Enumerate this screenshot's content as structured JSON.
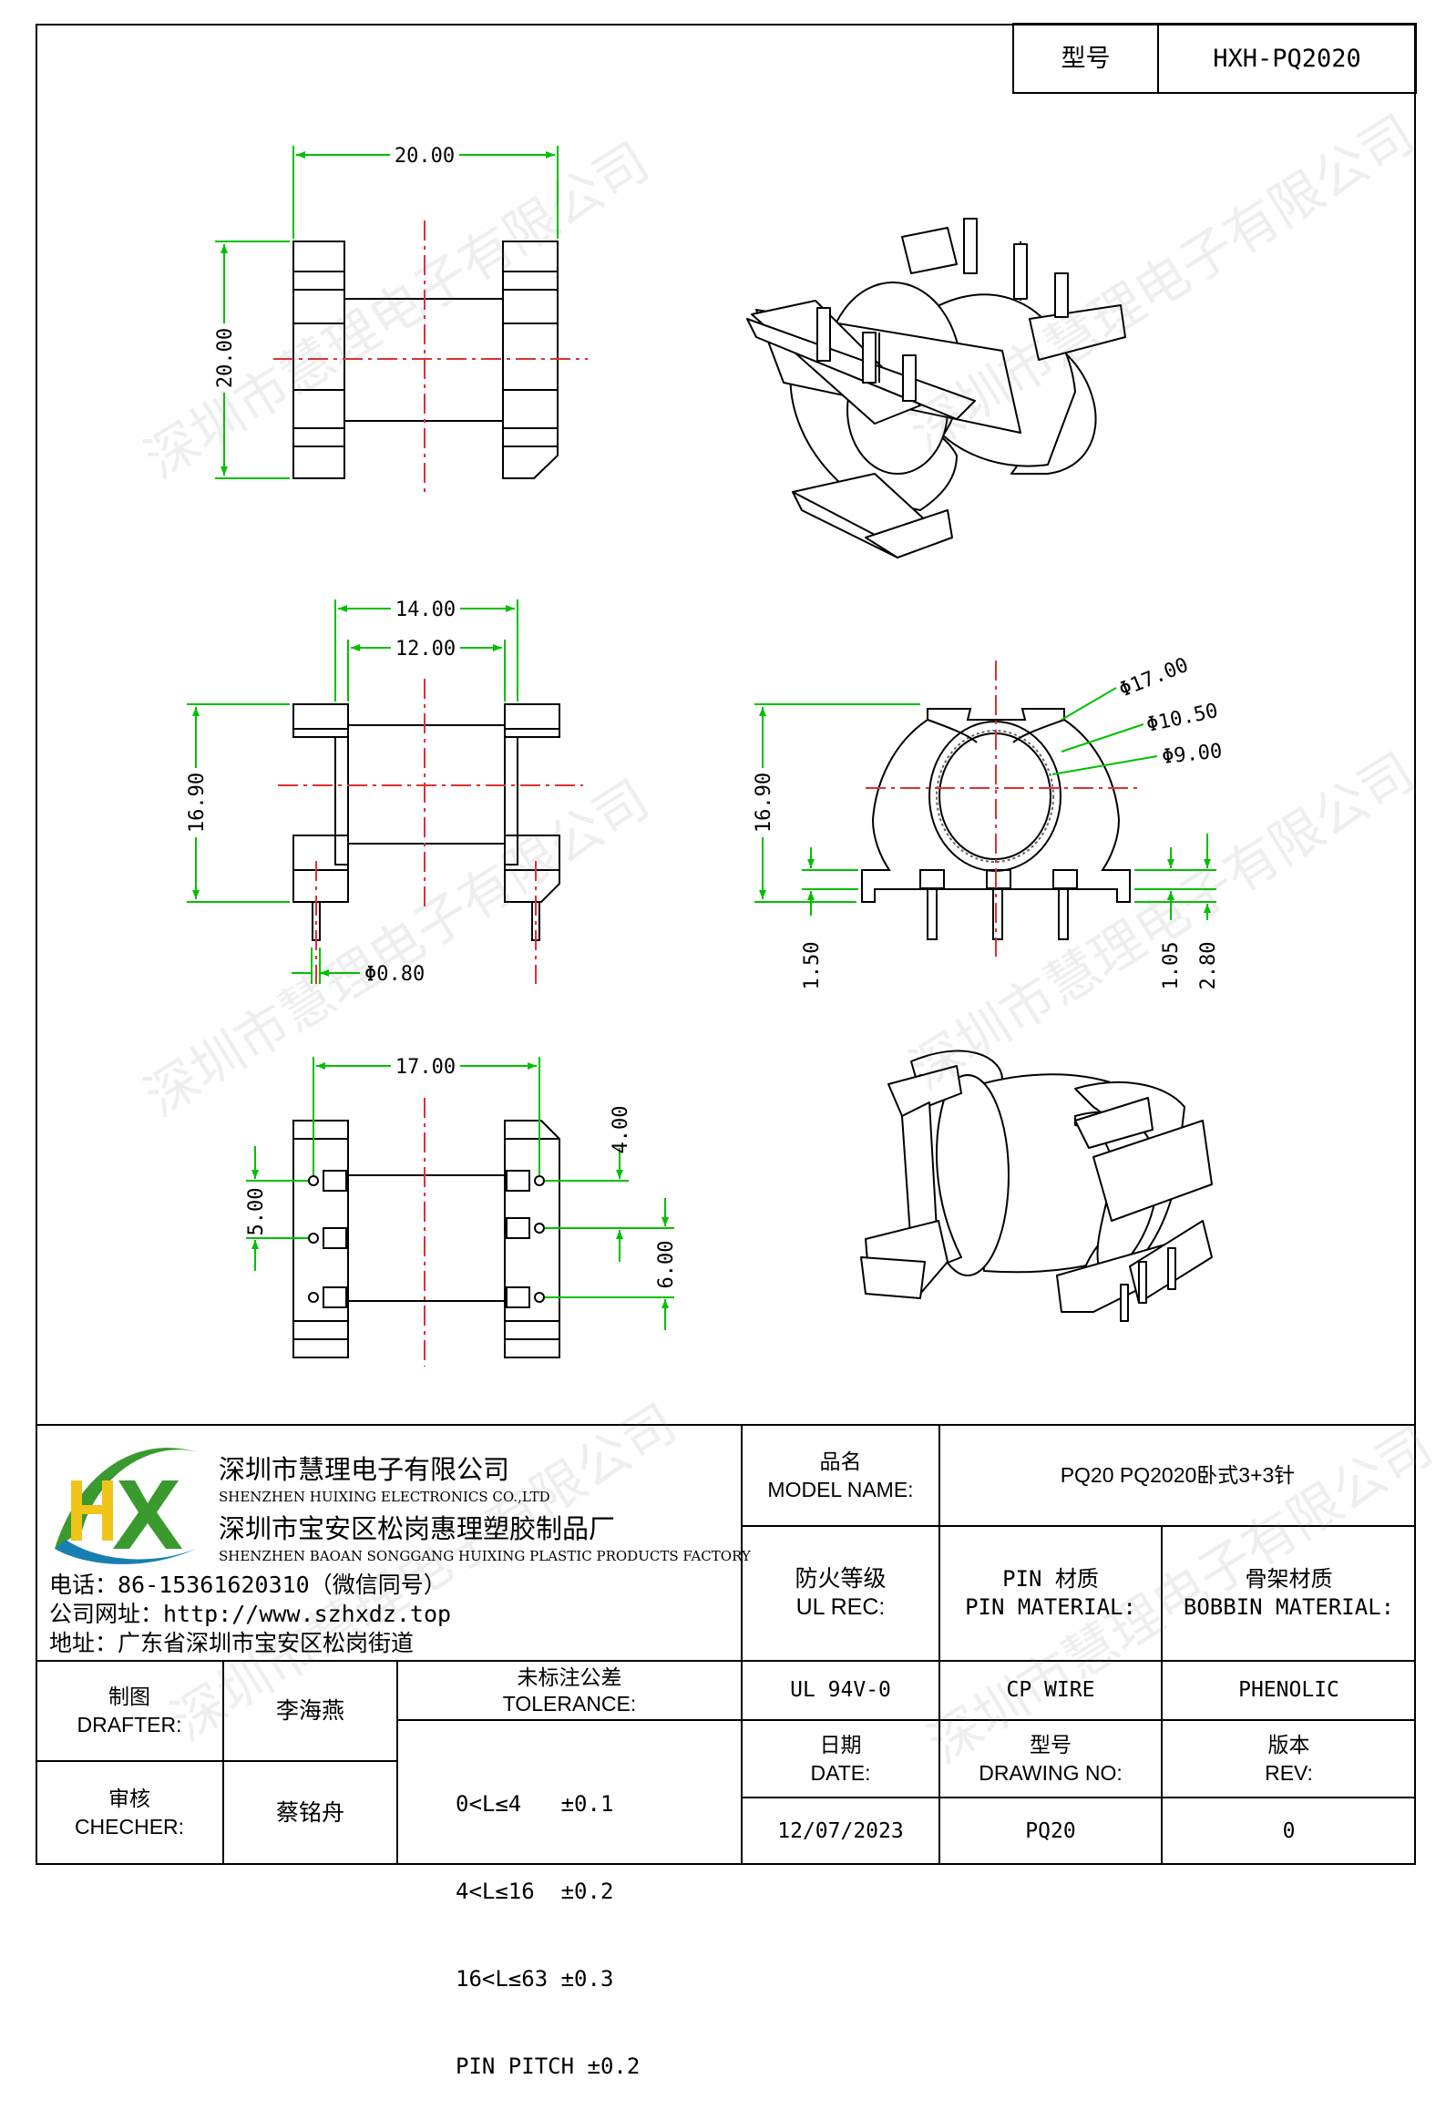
{
  "header": {
    "model_label": "型号",
    "model_value": "HXH-PQ2020"
  },
  "dimensions": {
    "top_width": "20.00",
    "top_height": "20.00",
    "side_w1": "14.00",
    "side_w2": "12.00",
    "side_h": "16.90",
    "pin_dia": "Φ0.80",
    "front_d1": "Φ17.00",
    "front_d2": "Φ10.50",
    "front_d3": "Φ9.00",
    "front_h": "16.90",
    "front_h1": "1.50",
    "front_h2": "1.05",
    "front_h3": "2.80",
    "bottom_w": "17.00",
    "bottom_edge": "4.00",
    "bottom_pitch": "5.00",
    "bottom_pitch2": "6.00"
  },
  "watermark": "深圳市慧理电子有限公司",
  "company": {
    "name_cn": "深圳市慧理电子有限公司",
    "name_en": "SHENZHEN HUIXING ELECTRONICS CO.,LTD",
    "factory_cn": "深圳市宝安区松岗惠理塑胶制品厂",
    "factory_en": "SHENZHEN BAOAN SONGGANG HUIXING PLASTIC PRODUCTS FACTORY",
    "phone": "电话：86-15361620310（微信同号）",
    "website": "公司网址：http://www.szhxdz.top",
    "address": "地址：广东省深圳市宝安区松岗街道",
    "logo_text": "HX",
    "colors": {
      "green": "#3a9a2e",
      "yellow": "#f0c419",
      "cyan": "#1a7fb0"
    }
  },
  "titleblock": {
    "model_name_label": "品名\nMODEL NAME:",
    "model_name_value": "PQ20 PQ2020卧式3+3针",
    "ul_label": "防火等级\nUL REC:",
    "pin_label": "PIN 材质\nPIN MATERIAL:",
    "bobbin_label": "骨架材质\nBOBBIN MATERIAL:",
    "ul_value": "UL 94V-0",
    "pin_value": "CP WIRE",
    "bobbin_value": "PHENOLIC",
    "drafter_label": "制图\nDRAFTER:",
    "drafter_value": "李海燕",
    "checker_label": "审核\nCHECHER:",
    "checker_value": "蔡铭舟",
    "tolerance_label": "未标注公差\nTOLERANCE:",
    "tolerance_lines": [
      "0<L≤4   ±0.1",
      "4<L≤16  ±0.2",
      "16<L≤63 ±0.3",
      "PIN PITCH ±0.2"
    ],
    "date_label": "日期\nDATE:",
    "drawing_no_label": "型号\nDRAWING NO:",
    "rev_label": "版本\nREV:",
    "date_value": "12/07/2023",
    "drawing_no_value": "PQ20",
    "rev_value": "0"
  }
}
